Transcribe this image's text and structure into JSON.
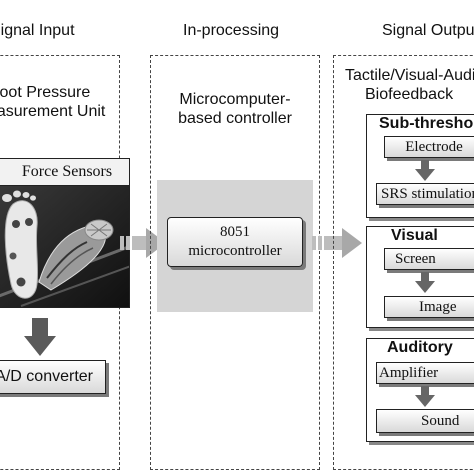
{
  "columns": {
    "input": {
      "header": "Signal Input",
      "unit_title_line1": "Foot Pressure",
      "unit_title_line2": "Measurement Unit",
      "sensor_label": "Force Sensors",
      "converter_label": "A/D converter"
    },
    "processing": {
      "header": "In-processing",
      "title_line1": "Microcomputer-",
      "title_line2": "based controller",
      "controller_line1": "8051",
      "controller_line2": "microcontroller"
    },
    "output": {
      "header": "Signal Output",
      "title_line1": "Tactile/Visual-Auditory",
      "title_line2": "Biofeedback",
      "subthreshold": {
        "title": "Sub-threshold",
        "step1": "Electrode",
        "step2": "SRS stimulation"
      },
      "visual": {
        "title": "Visual",
        "step1": "Screen",
        "step2": "Image"
      },
      "auditory": {
        "title": "Auditory",
        "step1": "Amplifier",
        "step2": "Sound"
      }
    }
  }
}
